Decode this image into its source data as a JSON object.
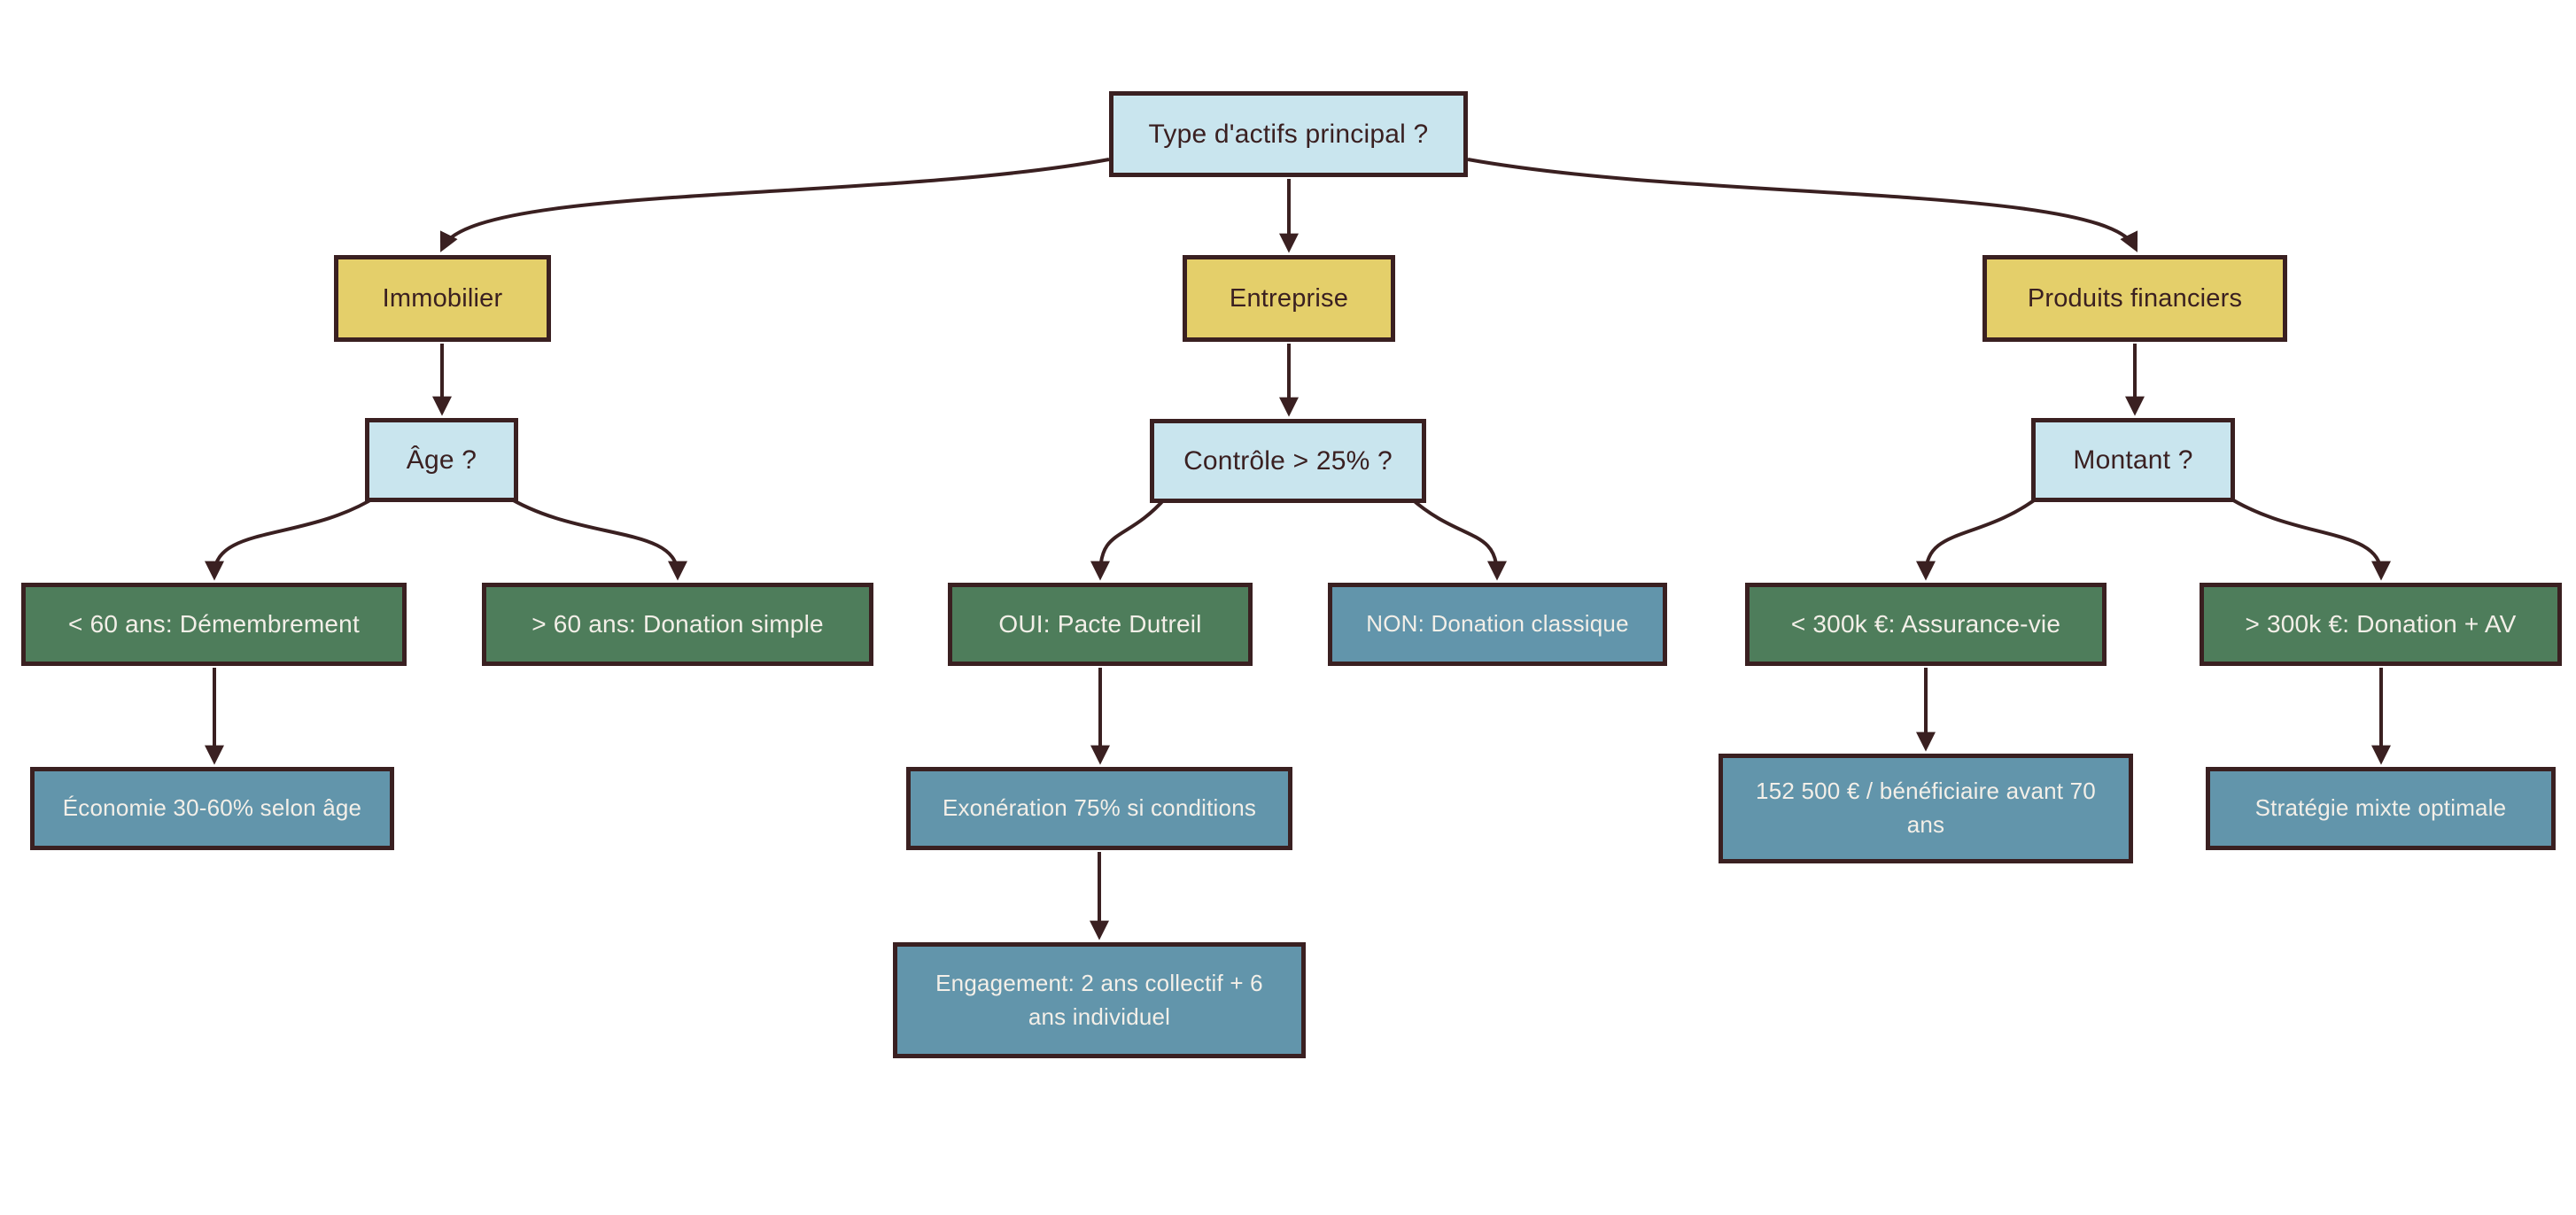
{
  "diagram": {
    "type": "decision-tree-flowchart",
    "background_color": "#ffffff",
    "colors": {
      "border_and_arrows": "#3a2021",
      "question_fill": "#c9e5ee",
      "category_fill": "#e4cf6a",
      "action_fill": "#4e7d5b",
      "info_fill": "#6295ab",
      "dark_text": "#3a2021",
      "light_text": "#f3efe8"
    },
    "nodes": {
      "root": {
        "label": "Type d'actifs principal ?",
        "kind": "question"
      },
      "immobilier": {
        "label": "Immobilier",
        "kind": "category"
      },
      "entreprise": {
        "label": "Entreprise",
        "kind": "category"
      },
      "produits_financiers": {
        "label": "Produits financiers",
        "kind": "category"
      },
      "age": {
        "label": "Âge ?",
        "kind": "question"
      },
      "controle": {
        "label": "Contrôle > 25% ?",
        "kind": "question"
      },
      "montant": {
        "label": "Montant ?",
        "kind": "question"
      },
      "moins_60": {
        "label": "< 60 ans: Démembrement",
        "kind": "action"
      },
      "plus_60": {
        "label": "> 60 ans: Donation simple",
        "kind": "action"
      },
      "oui_dutreil": {
        "label": "OUI: Pacte Dutreil",
        "kind": "action"
      },
      "non_classique": {
        "label": "NON: Donation classique",
        "kind": "info"
      },
      "moins_300k": {
        "label": "< 300k €: Assurance-vie",
        "kind": "action"
      },
      "plus_300k": {
        "label": "> 300k €: Donation + AV",
        "kind": "action"
      },
      "economie": {
        "label": "Économie 30-60% selon âge",
        "kind": "info"
      },
      "exoneration": {
        "label": "Exonération 75% si conditions",
        "kind": "info"
      },
      "engagement": {
        "label": "Engagement: 2 ans collectif + 6 ans individuel",
        "kind": "info"
      },
      "abattement": {
        "label": "152 500 € / bénéficiaire avant 70 ans",
        "kind": "info"
      },
      "strategie": {
        "label": "Stratégie mixte optimale",
        "kind": "info"
      }
    },
    "edges": [
      {
        "from": "root",
        "to": "immobilier"
      },
      {
        "from": "root",
        "to": "entreprise"
      },
      {
        "from": "root",
        "to": "produits_financiers"
      },
      {
        "from": "immobilier",
        "to": "age"
      },
      {
        "from": "entreprise",
        "to": "controle"
      },
      {
        "from": "produits_financiers",
        "to": "montant"
      },
      {
        "from": "age",
        "to": "moins_60"
      },
      {
        "from": "age",
        "to": "plus_60"
      },
      {
        "from": "controle",
        "to": "oui_dutreil"
      },
      {
        "from": "controle",
        "to": "non_classique"
      },
      {
        "from": "montant",
        "to": "moins_300k"
      },
      {
        "from": "montant",
        "to": "plus_300k"
      },
      {
        "from": "moins_60",
        "to": "economie"
      },
      {
        "from": "oui_dutreil",
        "to": "exoneration"
      },
      {
        "from": "exoneration",
        "to": "engagement"
      },
      {
        "from": "moins_300k",
        "to": "abattement"
      },
      {
        "from": "plus_300k",
        "to": "strategie"
      }
    ]
  }
}
